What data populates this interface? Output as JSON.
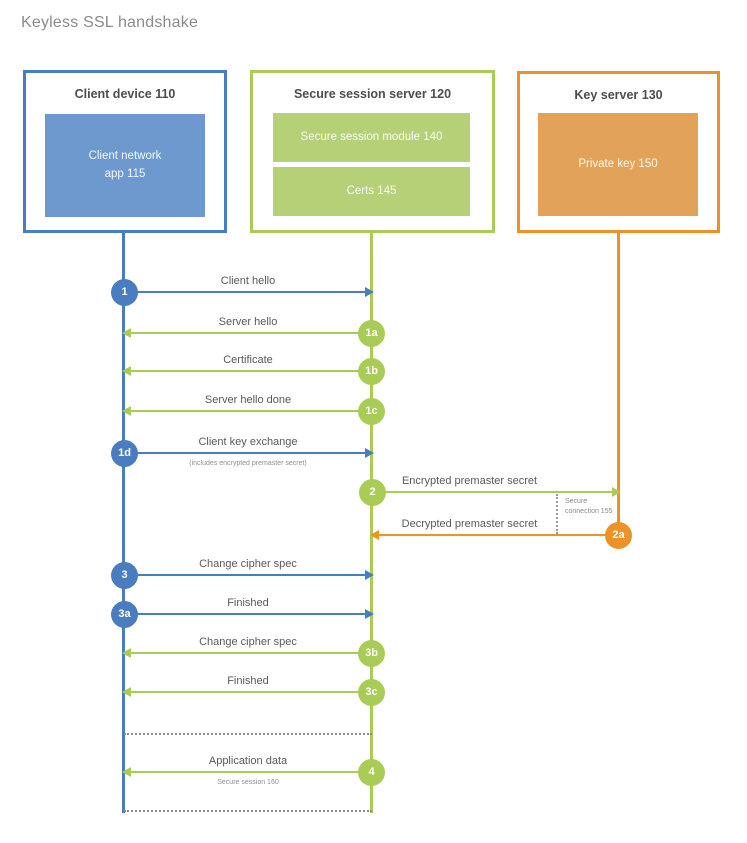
{
  "title": "Keyless SSL handshake",
  "actors": {
    "client": {
      "title": "Client device 110",
      "component": "Client network\napp 115"
    },
    "server": {
      "title": "Secure session server 120",
      "component1": "Secure session module 140",
      "component2": "Certs 145"
    },
    "key": {
      "title": "Key server 130",
      "component": "Private key 150"
    }
  },
  "messages": [
    {
      "id": "1",
      "label": "Client hello"
    },
    {
      "id": "1a",
      "label": "Server hello"
    },
    {
      "id": "1b",
      "label": "Certificate"
    },
    {
      "id": "1c",
      "label": "Server hello done"
    },
    {
      "id": "1d",
      "label": "Client key exchange",
      "note": "(includes encrypted premaster secret)"
    },
    {
      "id": "2",
      "label": "Encrypted premaster secret"
    },
    {
      "id": "2a",
      "label": "Decrypted premaster secret"
    },
    {
      "id": "3",
      "label": "Change cipher spec"
    },
    {
      "id": "3a",
      "label": "Finished"
    },
    {
      "id": "3b",
      "label": "Change cipher spec"
    },
    {
      "id": "3c",
      "label": "Finished"
    },
    {
      "id": "4",
      "label": "Application data",
      "note": "Secure session 160"
    }
  ],
  "annotations": {
    "secure_connection": "Secure connection 155"
  },
  "colors": {
    "blue": "#4a7dc0",
    "blue_fill": "#6d99ce",
    "green": "#a8cc55",
    "green_fill": "#b6d077",
    "orange": "#ec9227",
    "orange_fill": "#e3a259"
  }
}
